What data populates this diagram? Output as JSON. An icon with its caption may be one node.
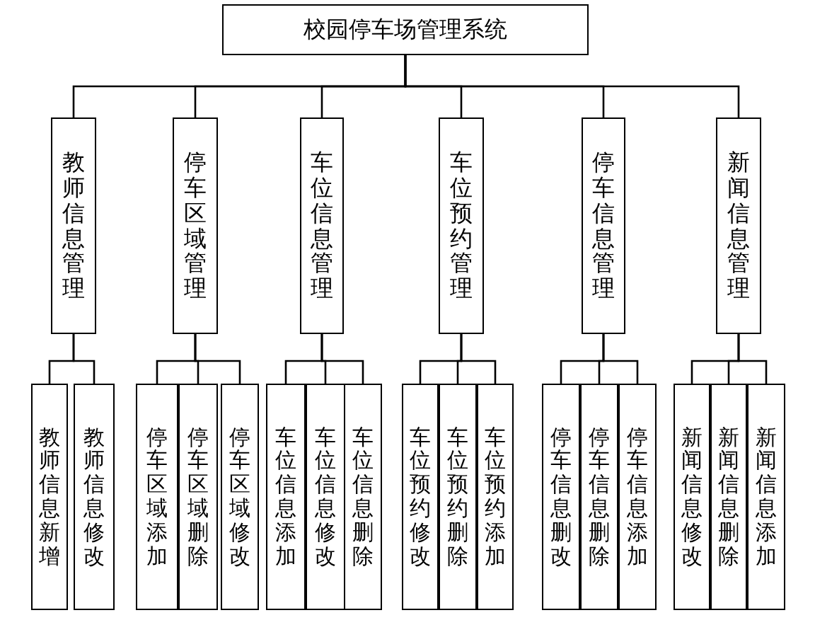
{
  "diagram": {
    "nodes": [
      {
        "text": [
          "校园停车场管理系统"
        ]
      },
      {
        "text": [
          "教师信息管理"
        ]
      },
      {
        "text": [
          "停车区域管理"
        ]
      },
      {
        "text": [
          "车位信息管理"
        ]
      },
      {
        "text": [
          "车位预约管理"
        ]
      },
      {
        "text": [
          "停车信息管理"
        ]
      },
      {
        "text": [
          "新闻信息管理"
        ]
      },
      {
        "text": [
          "教师信息新增"
        ]
      },
      {
        "text": [
          "教师信息修改"
        ]
      },
      {
        "text": [
          "停车区域添加"
        ]
      },
      {
        "text": [
          "停车区域删除"
        ]
      },
      {
        "text": [
          "停车区域修改"
        ]
      },
      {
        "text": [
          "车位信息添加"
        ]
      },
      {
        "text": [
          "车位信息修改"
        ]
      },
      {
        "text": [
          "车位信息删除"
        ]
      },
      {
        "text": [
          "车位预约修改"
        ]
      },
      {
        "text": [
          "车位预约删除"
        ]
      },
      {
        "text": [
          "车位预约添加"
        ]
      },
      {
        "text": [
          "停车信息删改"
        ]
      },
      {
        "text": [
          "停车信息删除"
        ]
      },
      {
        "text": [
          "停车信息添加"
        ]
      },
      {
        "text": [
          "新闻信息修改"
        ]
      },
      {
        "text": [
          "新闻信息删除"
        ]
      },
      {
        "text": [
          "新闻信息添加"
        ]
      }
    ],
    "edges": [
      {
        "from": 0,
        "to": 1,
        "arrow": "none"
      },
      {
        "from": 0,
        "to": 2,
        "arrow": "none"
      },
      {
        "from": 0,
        "to": 3,
        "arrow": "none"
      },
      {
        "from": 0,
        "to": 4,
        "arrow": "none"
      },
      {
        "from": 0,
        "to": 5,
        "arrow": "none"
      },
      {
        "from": 0,
        "to": 6,
        "arrow": "none"
      },
      {
        "from": 1,
        "to": 7,
        "arrow": "none"
      },
      {
        "from": 1,
        "to": 8,
        "arrow": "none"
      },
      {
        "from": 2,
        "to": 9,
        "arrow": "none"
      },
      {
        "from": 2,
        "to": 10,
        "arrow": "none"
      },
      {
        "from": 2,
        "to": 11,
        "arrow": "none"
      },
      {
        "from": 3,
        "to": 12,
        "arrow": "none"
      },
      {
        "from": 3,
        "to": 13,
        "arrow": "none"
      },
      {
        "from": 3,
        "to": 14,
        "arrow": "none"
      },
      {
        "from": 4,
        "to": 15,
        "arrow": "none"
      },
      {
        "from": 4,
        "to": 16,
        "arrow": "none"
      },
      {
        "from": 4,
        "to": 17,
        "arrow": "none"
      },
      {
        "from": 5,
        "to": 18,
        "arrow": "none"
      },
      {
        "from": 5,
        "to": 19,
        "arrow": "none"
      },
      {
        "from": 5,
        "to": 20,
        "arrow": "none"
      },
      {
        "from": 6,
        "to": 21,
        "arrow": "none"
      },
      {
        "from": 6,
        "to": 22,
        "arrow": "none"
      },
      {
        "from": 6,
        "to": 23,
        "arrow": "none"
      }
    ]
  }
}
